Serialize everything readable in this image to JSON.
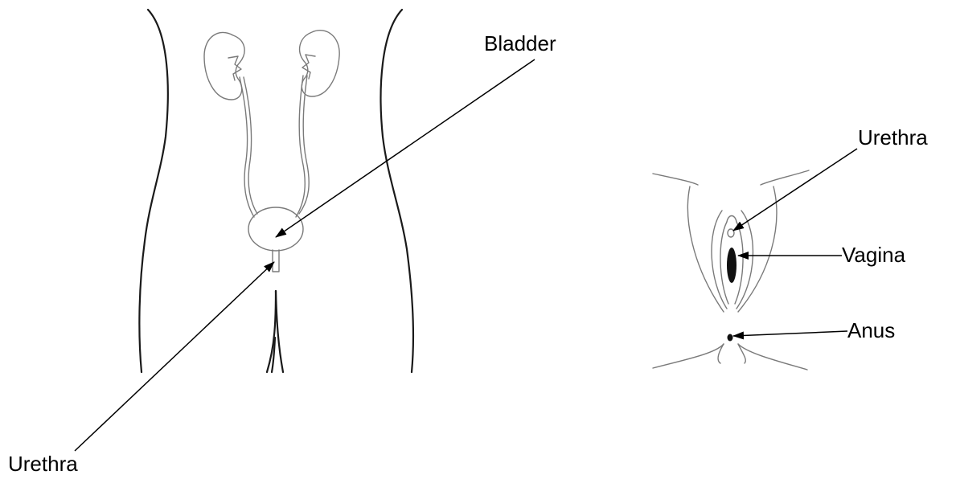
{
  "labels": {
    "bladder": "Bladder",
    "urethra_front": "Urethra",
    "urethra_vulva": "Urethra",
    "vagina": "Vagina",
    "anus": "Anus"
  },
  "colors": {
    "line": "#000000",
    "outline": "#7a7a7a",
    "background": "#ffffff"
  }
}
